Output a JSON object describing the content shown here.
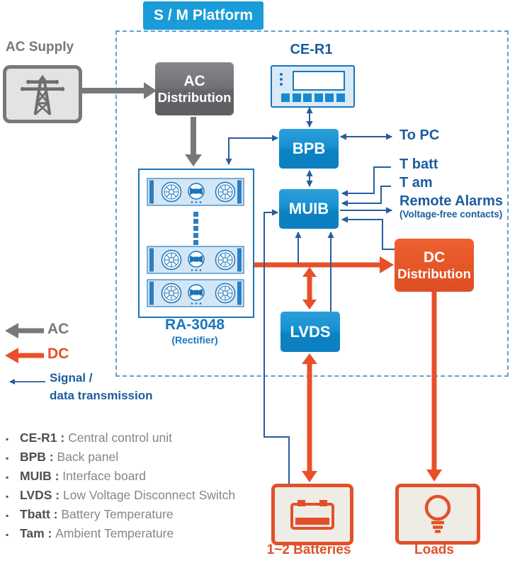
{
  "header": {
    "platform_label": "S / M Platform"
  },
  "labels": {
    "ac_supply": "AC Supply",
    "ce_r1": "CE-R1",
    "to_pc": "To PC",
    "t_batt": "T batt",
    "t_am": "T am",
    "remote_alarms": "Remote Alarms",
    "voltage_free": "(Voltage-free contacts)",
    "ra_3048": "RA-3048",
    "rectifier_sub": "(Rectifier)",
    "batteries": "1~2 Batteries",
    "loads": "Loads"
  },
  "blocks": {
    "ac_distribution": {
      "line1": "AC",
      "line2": "Distribution"
    },
    "bpb": "BPB",
    "muib": "MUIB",
    "lvds": "LVDS",
    "dc_distribution": {
      "line1": "DC",
      "line2": "Distribution"
    }
  },
  "legend": {
    "ac_label": "AC",
    "dc_label": "DC",
    "signal_line1": "Signal /",
    "signal_line2": "data transmission"
  },
  "glossary_separator": " : ",
  "glossary": [
    {
      "term": "CE-R1",
      "description": "Central control unit"
    },
    {
      "term": "BPB",
      "description": "Back panel"
    },
    {
      "term": "MUIB",
      "description": "Interface board"
    },
    {
      "term": "LVDS",
      "description": "Low Voltage Disconnect Switch"
    },
    {
      "term": "Tbatt",
      "description": "Battery Temperature"
    },
    {
      "term": "Tam",
      "description": "Ambient Temperature"
    }
  ],
  "icons": {
    "bullet": "▪",
    "ac_supply": "transmission-tower-icon",
    "batteries": "battery-icon",
    "loads": "light-bulb-icon"
  },
  "colors": {
    "platform_header_bg": "#199cd8",
    "block_blue": "#1591d2",
    "block_gray": "#6e6f71",
    "block_orange": "#e0512a",
    "signal_line": "#285d9c",
    "label_navy": "#1c5c9e",
    "ac_flow_gray": "#77787a",
    "dc_flow_red": "#e8502a",
    "rectifier_blue": "#1b75bb",
    "dashed_border": "#5ba3ce"
  }
}
